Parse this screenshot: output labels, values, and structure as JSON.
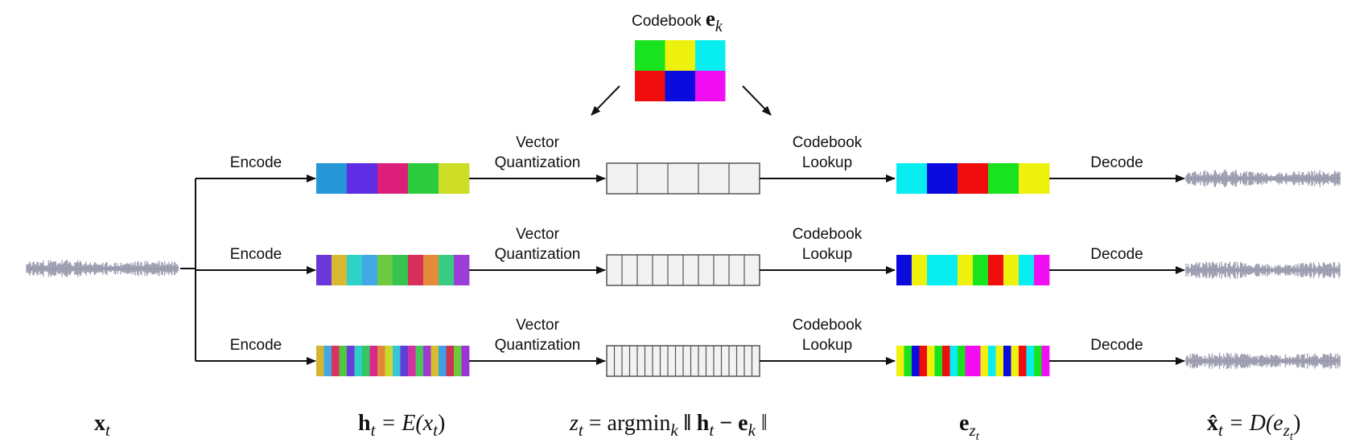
{
  "codebook": {
    "title_text": "Codebook ",
    "title_symbol": "e",
    "title_sub": "k",
    "colors": [
      "#19e31f",
      "#eef10c",
      "#08eef0",
      "#ef0d0d",
      "#0c0bdf",
      "#f20ef2"
    ]
  },
  "stage_labels": {
    "encode": "Encode",
    "vq_line1": "Vector",
    "vq_line2": "Quantization",
    "lookup_line1": "Codebook",
    "lookup_line2": "Lookup",
    "decode": "Decode"
  },
  "rows": [
    {
      "encoder_colors": [
        "#2596d6",
        "#5d2ee4",
        "#dc2079",
        "#2ccc3e",
        "#cddc24"
      ],
      "quantized_cells": 5,
      "lookup_colors": [
        "#08eef0",
        "#0c0bdf",
        "#ef0d0d",
        "#19e31f",
        "#eef10c"
      ]
    },
    {
      "encoder_colors": [
        "#6a38d8",
        "#d7b830",
        "#2fd2c8",
        "#42a9e6",
        "#6cc940",
        "#36c34f",
        "#d52f5a",
        "#e58b3a",
        "#38cb82",
        "#9a3ed7"
      ],
      "quantized_cells": 10,
      "lookup_colors": [
        "#0c0bdf",
        "#eef10c",
        "#08eef0",
        "#08eef0",
        "#eef10c",
        "#19e31f",
        "#ef0d0d",
        "#eef10c",
        "#08eef0",
        "#f20ef2"
      ]
    },
    {
      "encoder_colors": [
        "#d3b62f",
        "#41a8e4",
        "#d93461",
        "#4ec741",
        "#6d3bd9",
        "#2fcfc6",
        "#37c566",
        "#d7298c",
        "#e1893a",
        "#c9d92b",
        "#38c5d6",
        "#5b3fd6",
        "#d62fa5",
        "#47c95a",
        "#a338d1",
        "#d8bd2d",
        "#3da2e3",
        "#cf3253",
        "#6acb3b",
        "#9c35d8"
      ],
      "quantized_cells": 20,
      "lookup_colors": [
        "#eef10c",
        "#19e31f",
        "#0c0bdf",
        "#ef0d0d",
        "#eef10c",
        "#19e31f",
        "#ef0d0d",
        "#08eef0",
        "#19e31f",
        "#f20ef2",
        "#f20ef2",
        "#eef10c",
        "#08eef0",
        "#eef10c",
        "#0c0bdf",
        "#eef10c",
        "#ef0d0d",
        "#08eef0",
        "#19e31f",
        "#f20ef2"
      ]
    }
  ],
  "equations": {
    "x": {
      "base": "x",
      "sub": "t"
    },
    "h": {
      "base": "h",
      "sub": "t",
      "rest": " = E(x",
      "sub2": "t",
      "close": ")"
    },
    "z": {
      "base": "z",
      "sub": "t",
      "mid": " = argmin",
      "sub_k": "k",
      "norm_open": " ‖ h",
      "sub_t2": "t",
      "minus": " − e",
      "sub_k2": "k",
      "norm_close": " ‖"
    },
    "e": {
      "base": "e",
      "sub": "z",
      "subsub": "t"
    },
    "xhat": {
      "base": "x̂",
      "sub": "t",
      "rest": " = D(e",
      "sub_z": "z",
      "subsub": "t",
      "close": ")"
    }
  },
  "waveform_color": "#9a9aae"
}
